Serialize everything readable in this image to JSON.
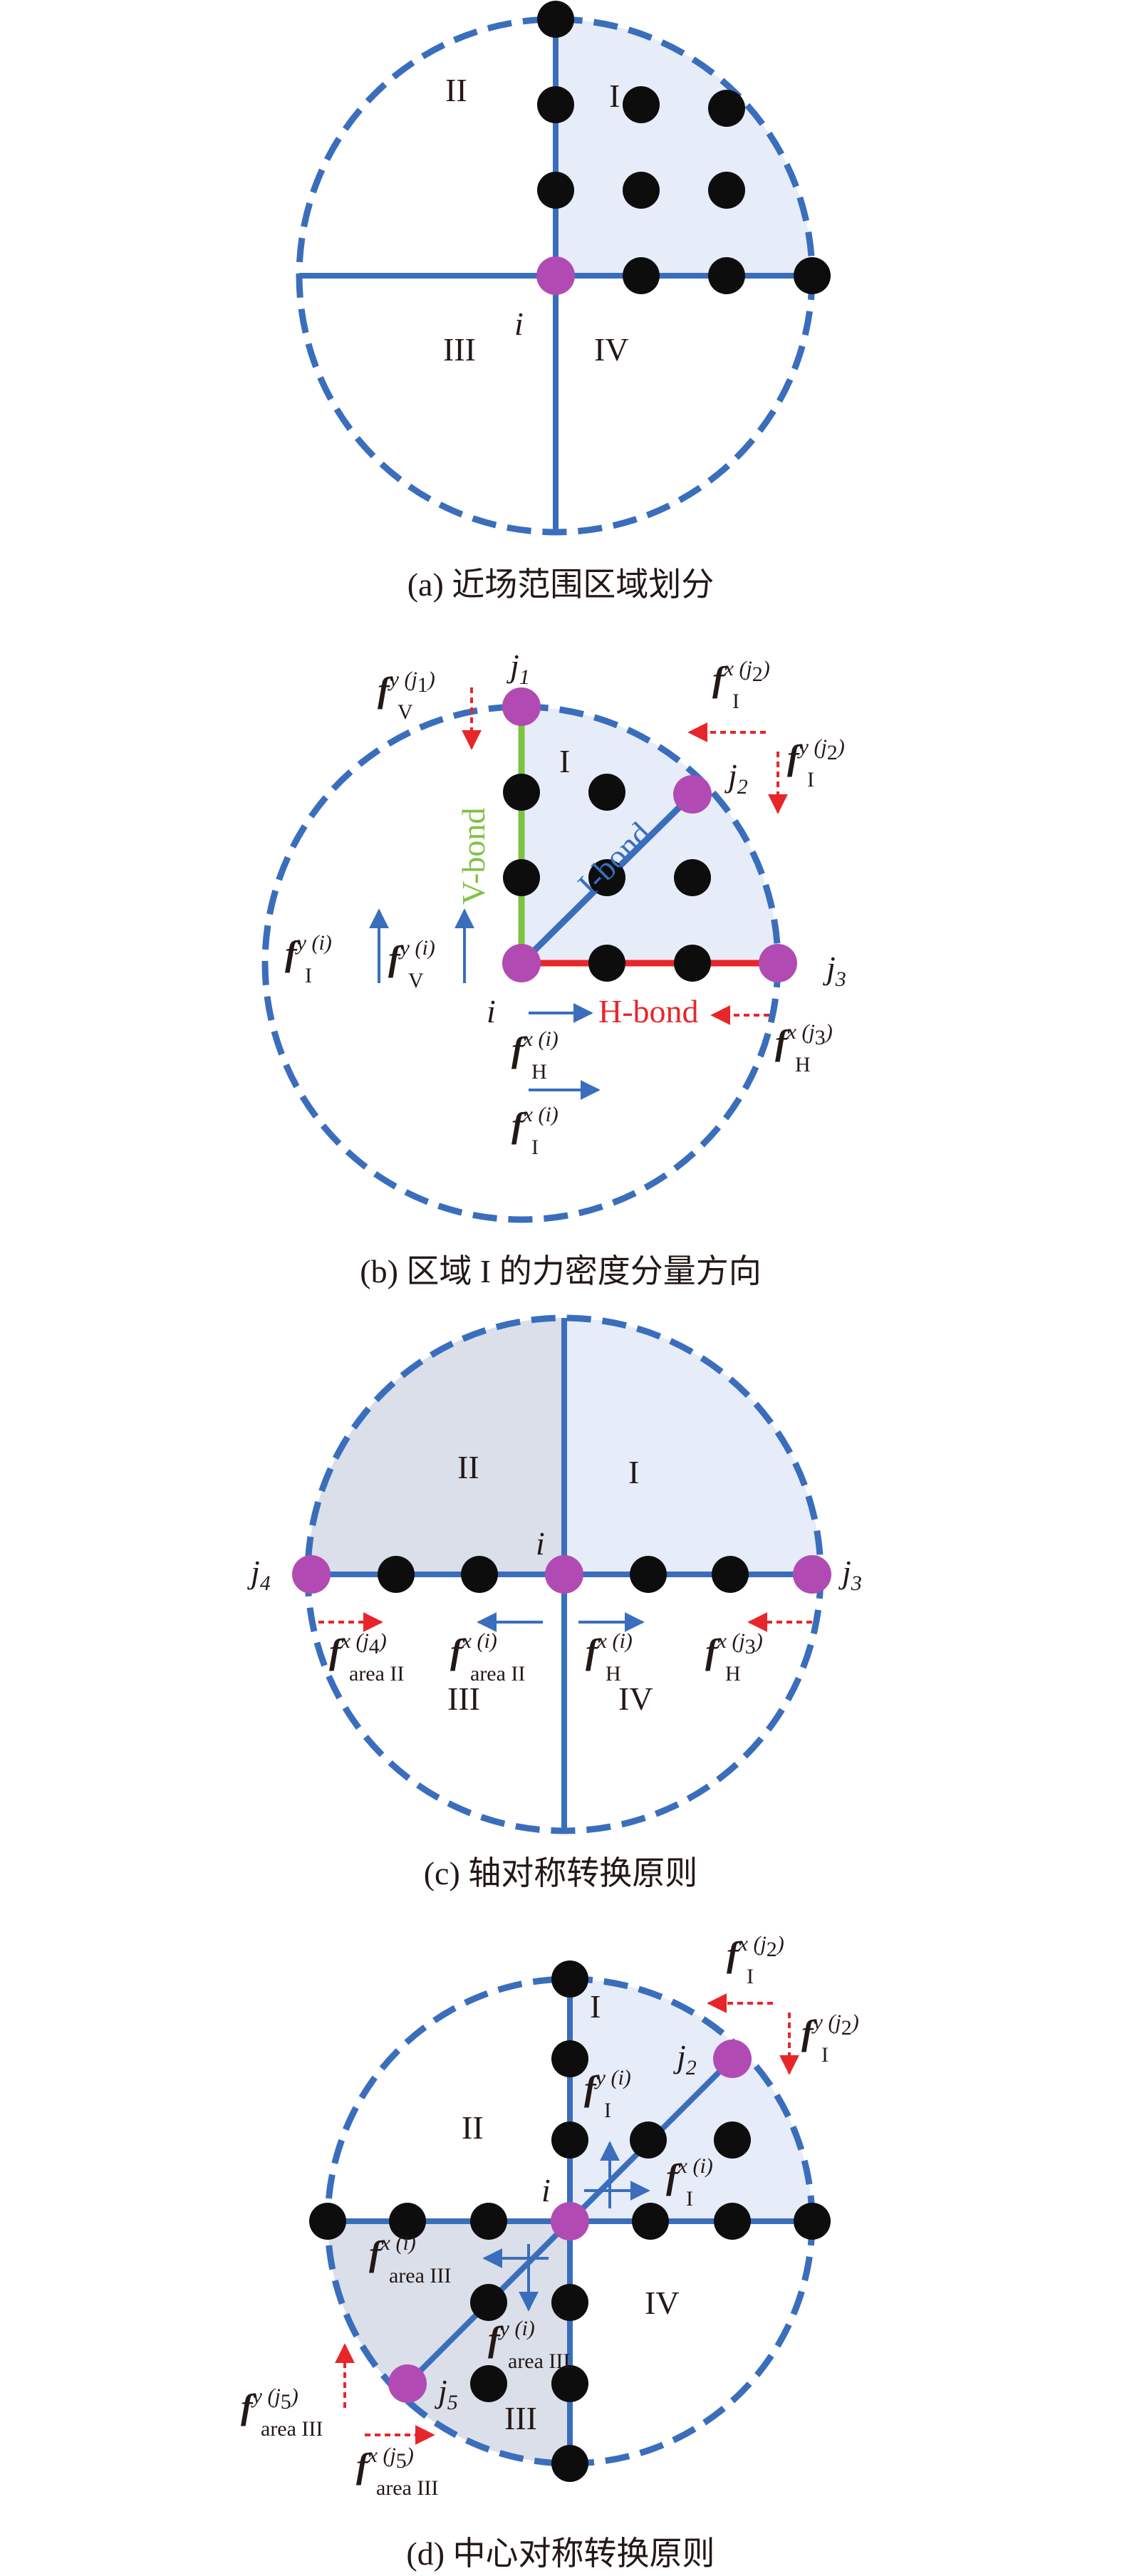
{
  "colors": {
    "blue": "#3a6ebc",
    "fill_light": "#e6ecf8",
    "fill_gray": "#dadfea",
    "dot": "#0d0d0d",
    "magenta": "#b14bb3",
    "green": "#7ec242",
    "red": "#e8262a"
  },
  "panel_a": {
    "caption": "(a) 近场范围区域划分",
    "regions": [
      "I",
      "II",
      "III",
      "IV"
    ],
    "center_label": "i"
  },
  "panel_b": {
    "caption": "(b) 区域 I 的力密度分量方向",
    "region": "I",
    "labels": {
      "i": "i",
      "j1": "j",
      "j1_sub": "1",
      "j2": "j",
      "j2_sub": "2",
      "j3": "j",
      "j3_sub": "3"
    },
    "bonds": {
      "v": "V-bond",
      "i": "I-bond",
      "h": "H-bond"
    },
    "forces": {
      "fv_j1": {
        "f": "f",
        "sup": "y (j",
        "supsub": "1",
        "sub": "V"
      },
      "fi_x_j2": {
        "f": "f",
        "sup": "x (j",
        "supsub": "2",
        "sub": "I"
      },
      "fi_y_j2": {
        "f": "f",
        "sup": "y (j",
        "supsub": "2",
        "sub": "I"
      },
      "fi_y_i": {
        "f": "f",
        "sup": "y (i)",
        "sub": "I"
      },
      "fv_y_i": {
        "f": "f",
        "sup": "y (i)",
        "sub": "V"
      },
      "fh_x_i": {
        "f": "f",
        "sup": "x (i)",
        "sub": "H"
      },
      "fi_x_i": {
        "f": "f",
        "sup": "x (i)",
        "sub": "I"
      },
      "fh_x_j3": {
        "f": "f",
        "sup": "x (j",
        "supsub": "3",
        "sub": "H"
      }
    }
  },
  "panel_c": {
    "caption": "(c) 轴对称转换原则",
    "regions": [
      "I",
      "II",
      "III",
      "IV"
    ],
    "labels": {
      "i": "i",
      "j4": "j",
      "j4_sub": "4",
      "j3": "j",
      "j3_sub": "3"
    },
    "forces": {
      "f_area2_j4": {
        "f": "f",
        "sup": "x (j",
        "supsub": "4",
        "sub": "area II"
      },
      "f_area2_i": {
        "f": "f",
        "sup": "x (i)",
        "sub": "area II"
      },
      "fh_i": {
        "f": "f",
        "sup": "x (i)",
        "sub": "H"
      },
      "fh_j3": {
        "f": "f",
        "sup": "x (j",
        "supsub": "3",
        "sub": "H"
      }
    }
  },
  "panel_d": {
    "caption": "(d) 中心对称转换原则",
    "regions": [
      "I",
      "II",
      "III",
      "IV"
    ],
    "labels": {
      "i": "i",
      "j2": "j",
      "j2_sub": "2",
      "j5": "j",
      "j5_sub": "5"
    },
    "forces": {
      "fi_x_j2": {
        "f": "f",
        "sup": "x (j",
        "supsub": "2",
        "sub": "I"
      },
      "fi_y_j2": {
        "f": "f",
        "sup": "y (j",
        "supsub": "2",
        "sub": "I"
      },
      "fi_y_i": {
        "f": "f",
        "sup": "y (i)",
        "sub": "I"
      },
      "fi_x_i": {
        "f": "f",
        "sup": "x (i)",
        "sub": "I"
      },
      "f3_x_i": {
        "f": "f",
        "sup": "x (i)",
        "sub": "area III"
      },
      "f3_y_i": {
        "f": "f",
        "sup": "y (i)",
        "sub": "area III"
      },
      "f3_y_j5": {
        "f": "f",
        "sup": "y (j",
        "supsub": "5",
        "sub": "area III"
      },
      "f3_x_j5": {
        "f": "f",
        "sup": "x (j",
        "supsub": "5",
        "sub": "area III"
      }
    }
  }
}
